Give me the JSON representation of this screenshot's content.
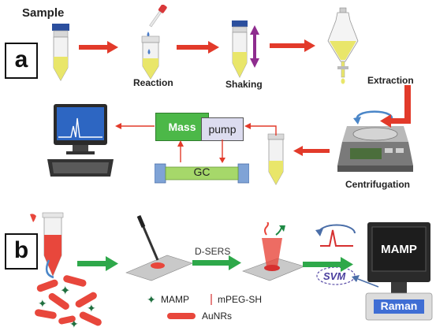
{
  "panel_a": {
    "letter": "a",
    "labels": {
      "sample": "Sample",
      "reaction": "Reaction",
      "shaking": "Shaking",
      "extraction": "Extraction",
      "centrifugation": "Centrifugation"
    },
    "boxes": {
      "mass": "Mass",
      "pump": "pump",
      "gc": "GC"
    }
  },
  "panel_b": {
    "letter": "b",
    "labels": {
      "dsers": "D-SERS",
      "svm": "SVM",
      "monitor_text": "MAMP",
      "raman": "Raman"
    },
    "legend": {
      "mamp": "MAMP",
      "mpeg": "mPEG-SH",
      "aunrs": "AuNRs"
    }
  },
  "colors": {
    "arrow_red": "#e23a2a",
    "arrow_green": "#2ea84a",
    "liquid_yellow": "#e9e66a",
    "mass_green": "#4cb848",
    "pump_lavender": "#dcdcef",
    "gc_green": "#a6d86a",
    "gc_blue": "#7fa3d6",
    "aunr_red": "#e8473c",
    "mamp_green": "#1f6f3f",
    "purple": "#8e2c8e"
  }
}
